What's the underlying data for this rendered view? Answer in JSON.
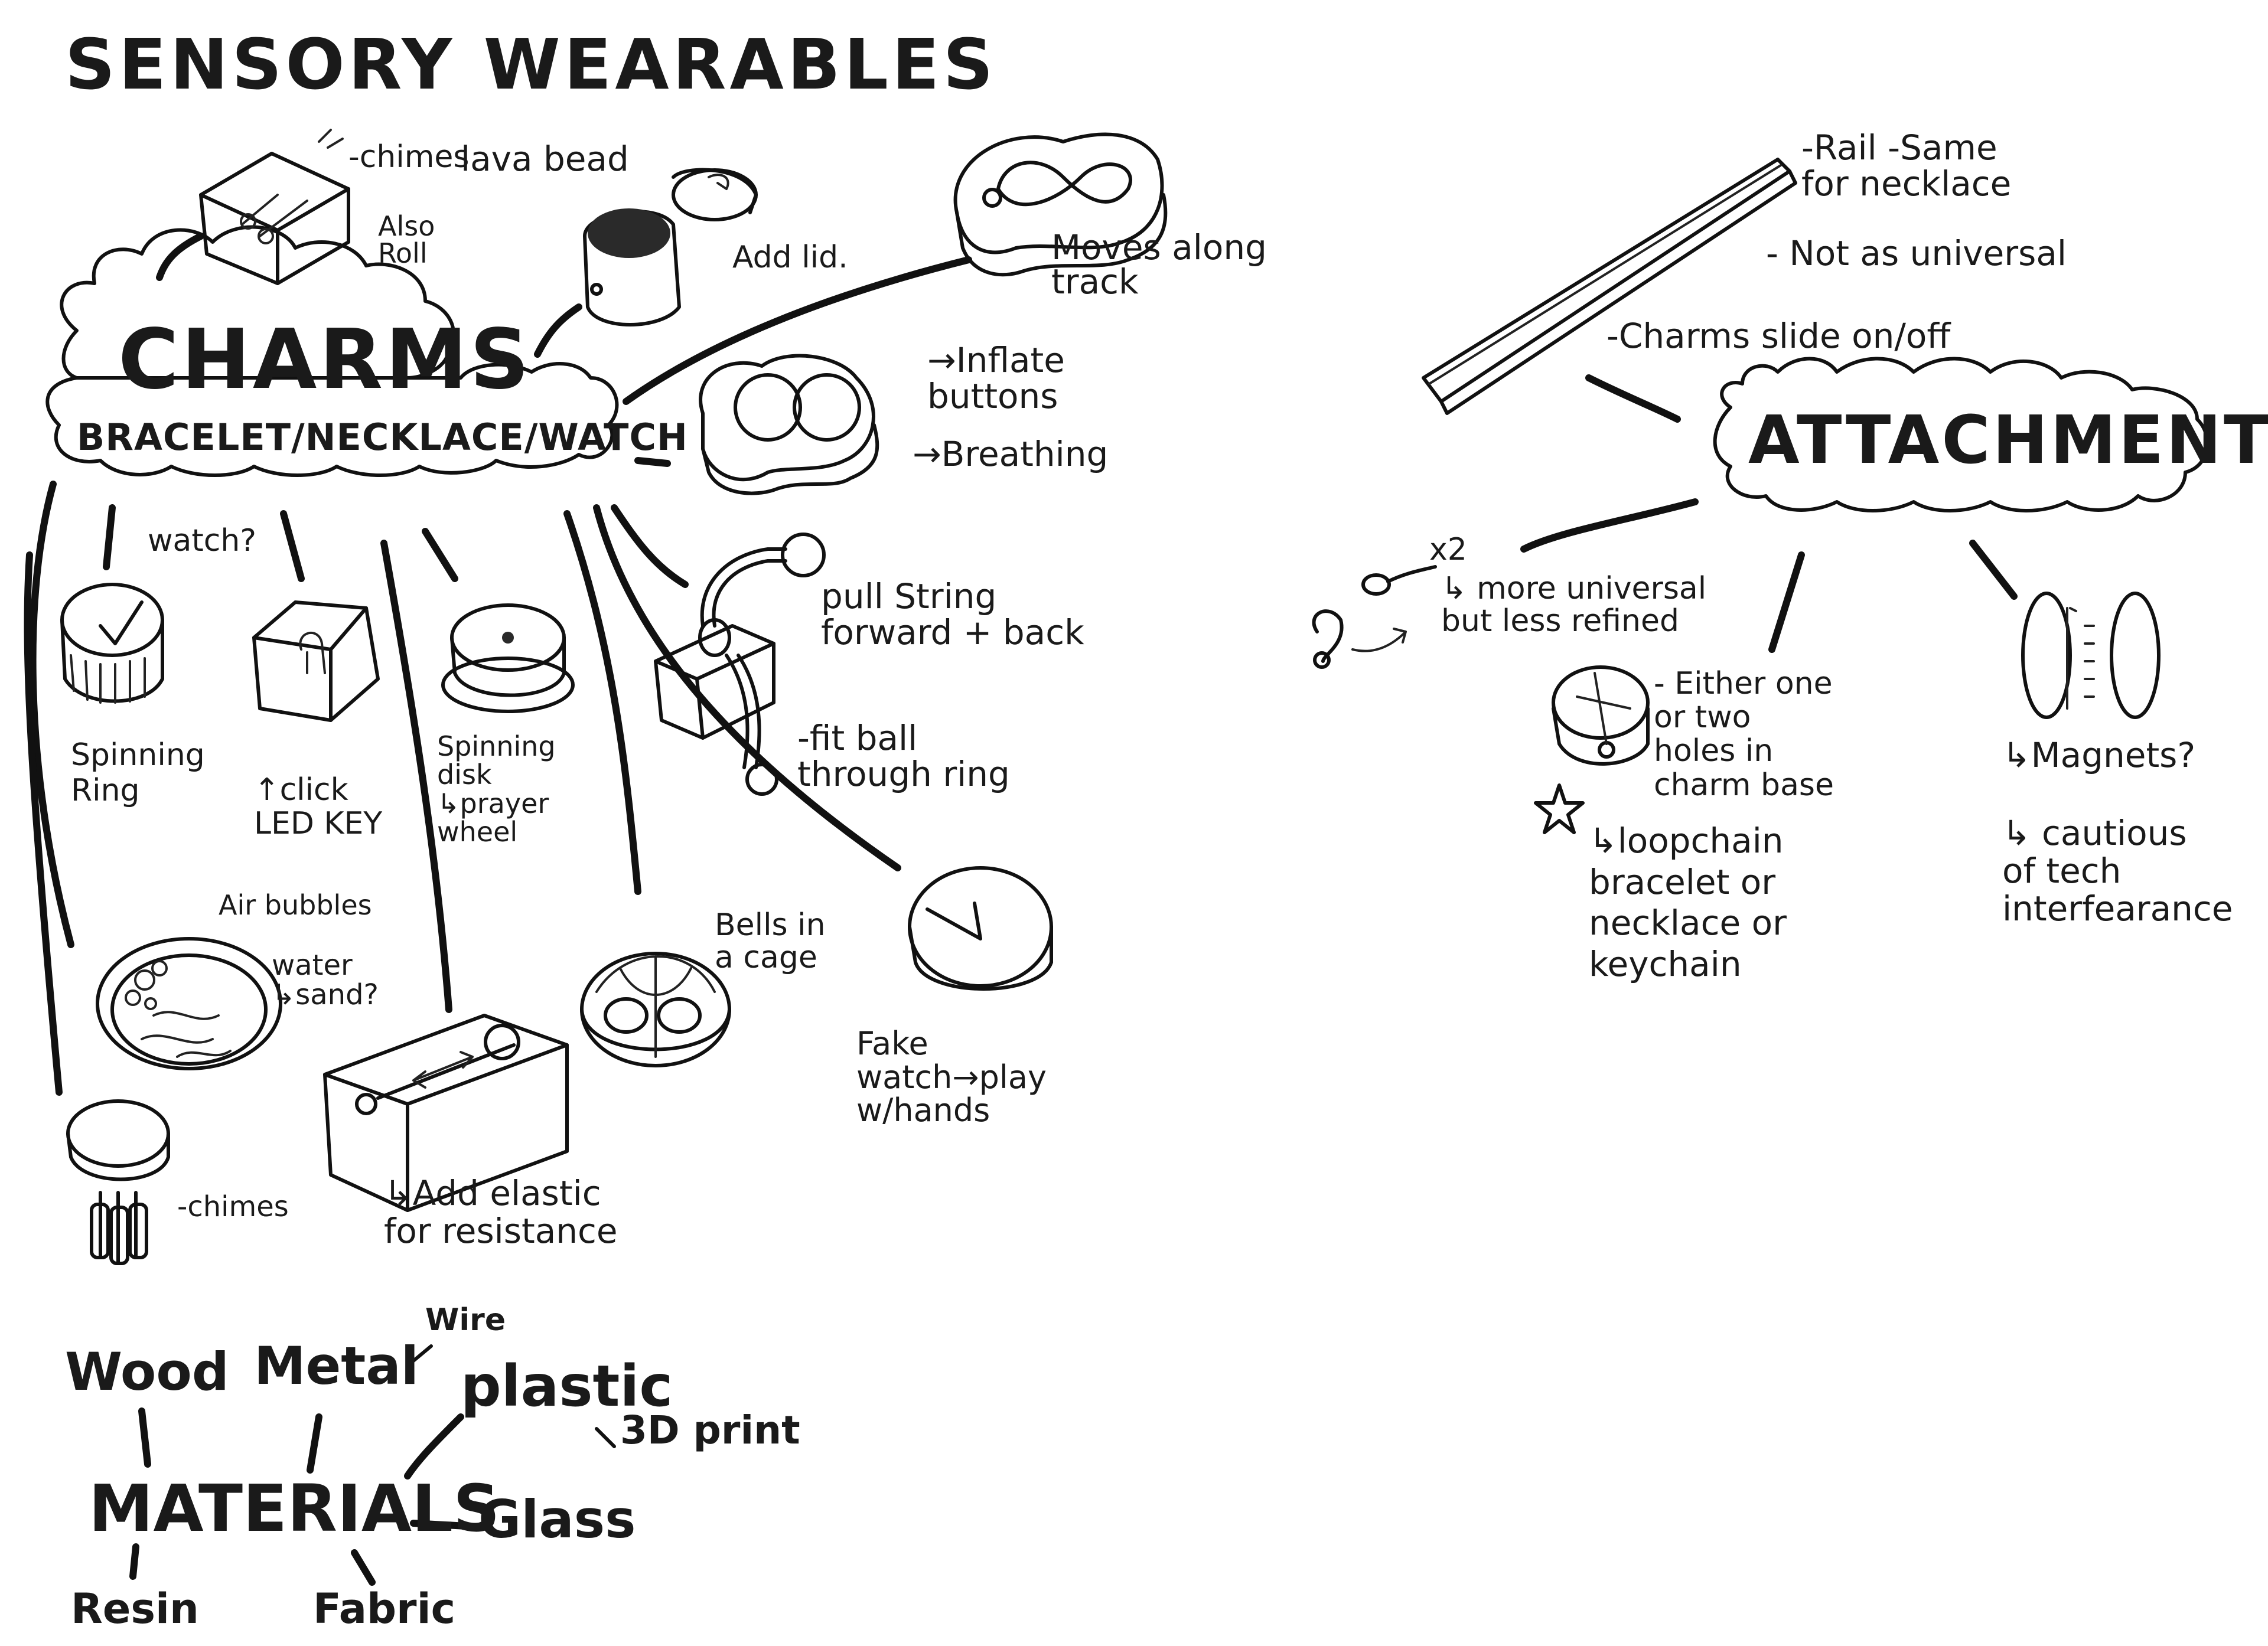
{
  "title": "SENSORY WEARABLES",
  "charms": {
    "heading": "CHARMS",
    "subheading": "BRACELET/NECKLACE/WATCH"
  },
  "attachment": {
    "heading": "ATTACHMENT"
  },
  "materials": {
    "heading": "MATERIALS",
    "items": {
      "wood": "Wood",
      "metal": "Metal",
      "wire": "Wire",
      "plastic": "plastic",
      "print3d": "3D print",
      "glass": "Glass",
      "resin": "Resin",
      "fabric": "Fabric"
    }
  },
  "notes": {
    "chimes_box": "-chimes",
    "also_roll": "Also\nRoll",
    "lava_bead": "lava bead",
    "add_lid": "Add lid.",
    "moves_track": "Moves along\ntrack",
    "inflate_buttons": "→Inflate\nbuttons",
    "breathing": "→Breathing",
    "pull_string": "pull String\nforward + back",
    "fit_ball": "-fit ball\nthrough ring",
    "watch_q": "watch?",
    "spinning_ring": "Spinning\nRing",
    "click_led": "↑click\nLED KEY",
    "spinning_disk": "Spinning\ndisk\n↳prayer\nwheel",
    "air_bubbles": "Air bubbles",
    "water_sand": "water\n↳sand?",
    "bells_cage": "Bells in\na cage",
    "fake_watch": "Fake\nwatch→play\nw/hands",
    "chimes_bottom": "-chimes",
    "add_elastic": "↳Add elastic\nfor resistance",
    "rail": "-Rail -Same\nfor necklace",
    "not_universal": "- Not as universal",
    "charms_slide": "-Charms slide on/off",
    "x2": "x2",
    "more_universal": "↳ more universal\nbut less refined",
    "either_holes": "- Either one\nor two\nholes in\ncharm base",
    "loopchain": "↳loopchain\nbracelet or\nnecklace or\nkeychain",
    "magnets": "↳Magnets?",
    "cautious": "↳ cautious\nof tech\ninterfearance"
  }
}
